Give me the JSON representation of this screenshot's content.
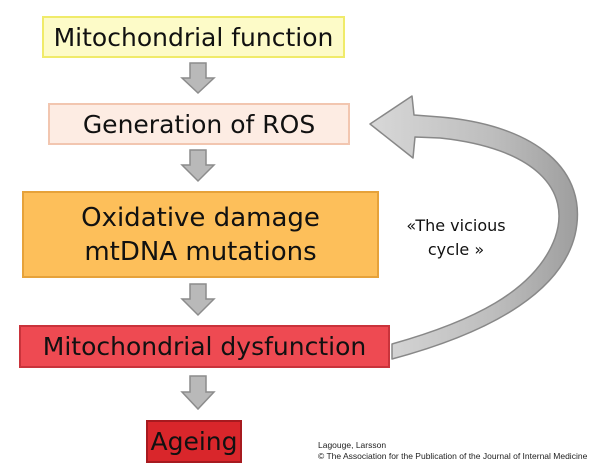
{
  "diagram": {
    "steps": {
      "mitochondrial_function": "Mitochondrial function",
      "generation_of_ros": "Generation of ROS",
      "oxidative_damage": "Oxidative damage\nmtDNA mutations",
      "mitochondrial_dysfunction": "Mitochondrial dysfunction",
      "ageing": "Ageing"
    },
    "cycle_label": "«The vicious\ncycle »",
    "credit": {
      "authors": "Lagouge, Larsson",
      "copyright": "© The Association for the Publication of the Journal of Internal Medicine"
    },
    "colors": {
      "box1_fill": "#fdfbc8",
      "box2_fill": "#fdece3",
      "box3_fill": "#fdbf5a",
      "box4_fill": "#ee4a52",
      "box5_fill": "#d9262b",
      "arrow_fill": "#b9b9b9"
    }
  }
}
